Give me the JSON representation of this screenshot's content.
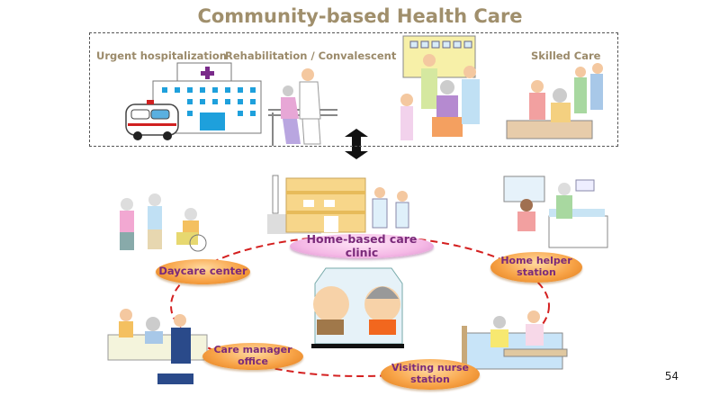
{
  "title": "Community-based Health Care",
  "facility_box": {
    "labels": {
      "urgent": "Urgent hospitalization",
      "rehab": "Rehabilitation / Convalescent",
      "skilled": "Skilled Care"
    }
  },
  "network": {
    "center_label": "Home-based care clinic",
    "nodes": {
      "daycare": "Daycare center",
      "home_helper_line1": "Home helper",
      "home_helper_line2": "station",
      "care_manager": "Care manager office",
      "visiting_nurse_line1": "Visiting nurse",
      "visiting_nurse_line2": "station"
    }
  },
  "colors": {
    "title": "#a08f6c",
    "label_text": "#7a2a7a",
    "dashed_ring": "#d42020",
    "node_orange": "#f8a448",
    "node_pink": "#f5b9e6"
  },
  "page_number": "54"
}
